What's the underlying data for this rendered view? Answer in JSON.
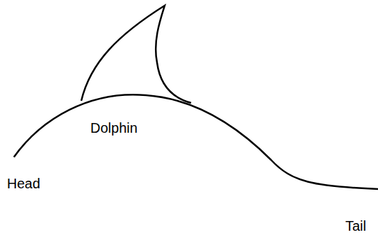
{
  "diagram": {
    "labels": [
      "Dolphin",
      "Head",
      "Tail"
    ]
  }
}
